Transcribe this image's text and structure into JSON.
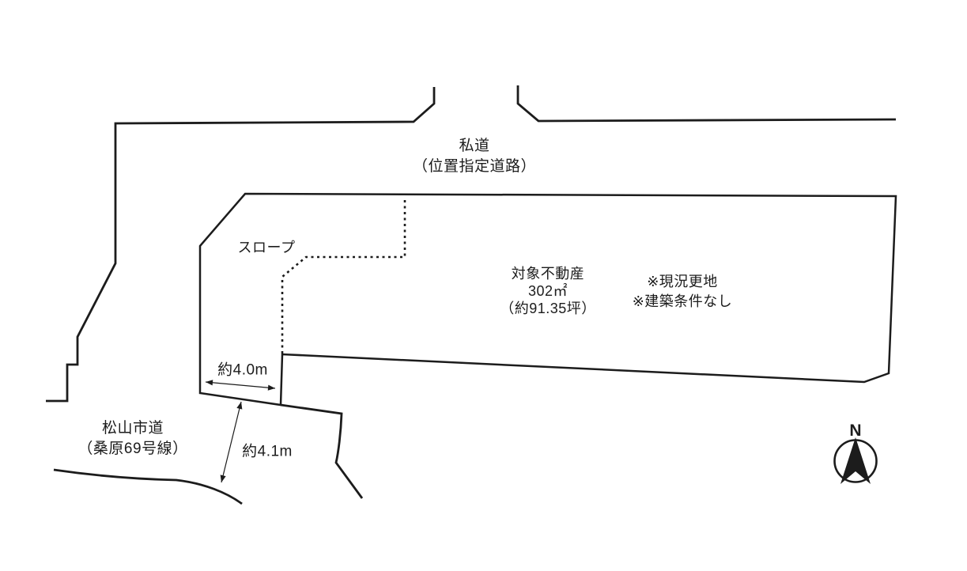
{
  "diagram": {
    "type": "land-plot-site-plan",
    "background_color": "#ffffff",
    "line_color": "#1c1c1c"
  },
  "labels": {
    "private_road": {
      "line1": "私道",
      "line2": "（位置指定道路）"
    },
    "slope": "スロープ",
    "property": {
      "line1": "対象不動産",
      "line2": "302㎡",
      "line3": "（約91.35坪）"
    },
    "notes": {
      "line1": "※現況更地",
      "line2": "※建築条件なし"
    },
    "dimensions": {
      "frontage": "約4.0m",
      "road_width": "約4.1m"
    },
    "city_road": {
      "line1": "松山市道",
      "line2": "（桑原69号線）"
    },
    "compass": {
      "north": "N"
    }
  }
}
